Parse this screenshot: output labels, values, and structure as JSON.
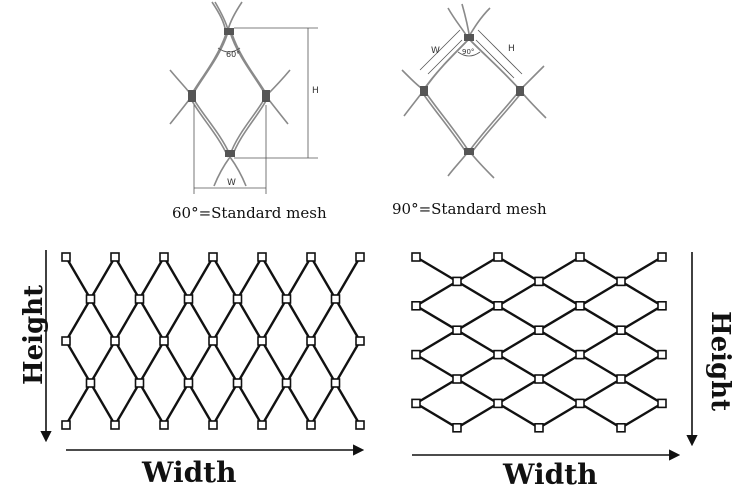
{
  "detail_60": {
    "angle_label": "60°",
    "height_label": "H",
    "width_label": "W",
    "caption": "60°=Standard mesh"
  },
  "detail_90": {
    "angle_label": "90°",
    "height_label": "H",
    "width_label": "W",
    "caption": "90°=Standard mesh"
  },
  "left_mesh": {
    "height_label": "Height",
    "width_label": "Width"
  },
  "right_mesh": {
    "height_label": "Height",
    "width_label": "Width"
  },
  "colors": {
    "cable": "#111111",
    "wire_detail": "#8a8a8a",
    "dimension": "#555555"
  }
}
